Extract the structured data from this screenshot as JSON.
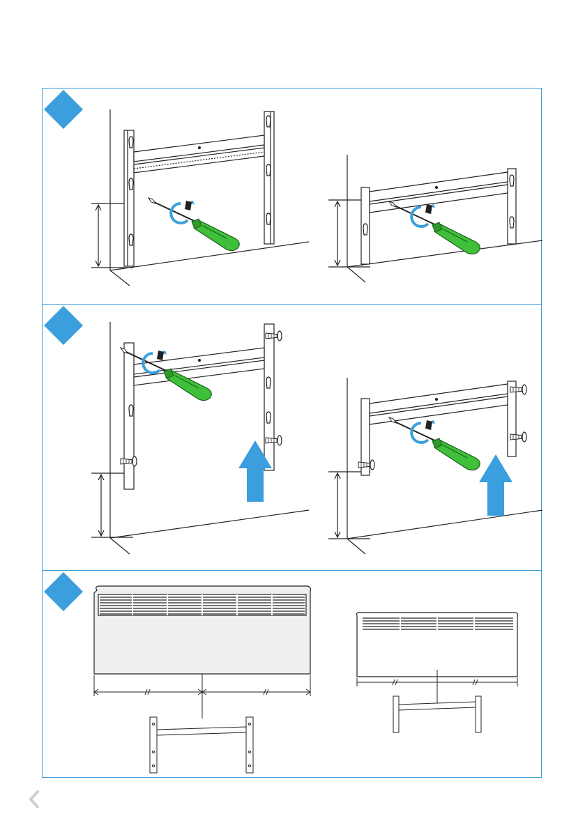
{
  "page": {
    "background": "#ffffff",
    "frame_color": "#3a9ad9",
    "accent_blue": "#3a9fdc",
    "handle_green": "#3fbf3a",
    "line_color": "#222222"
  },
  "steps": [
    {
      "id": "step-1",
      "badge": "diamond-badge",
      "panels": [
        "tall-bracket-screw",
        "low-bracket-screw"
      ]
    },
    {
      "id": "step-2",
      "badge": "diamond-badge",
      "panels": [
        "tall-bracket-lift",
        "low-bracket-lift"
      ]
    },
    {
      "id": "step-3",
      "badge": "diamond-badge",
      "panels": [
        "tall-heater-front",
        "low-heater-front"
      ]
    }
  ],
  "nav": {
    "back_icon": "chevron-left-icon"
  }
}
